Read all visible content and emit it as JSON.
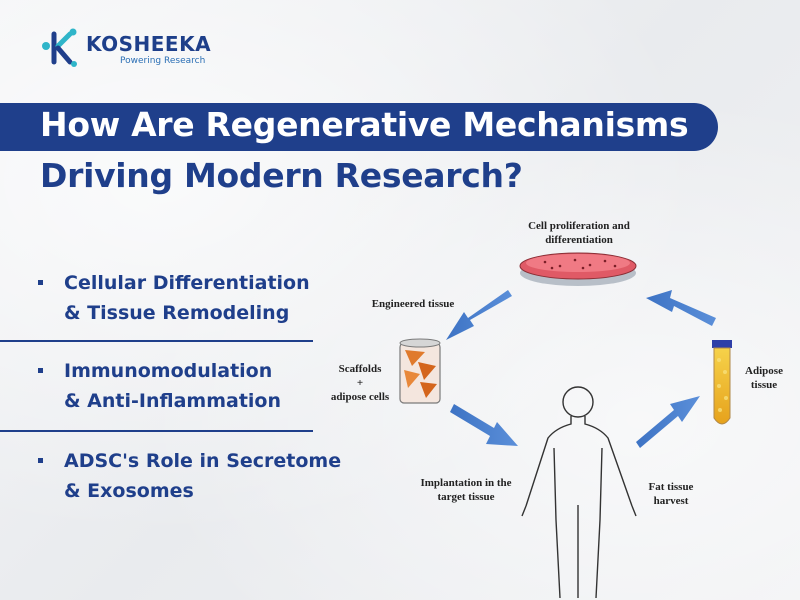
{
  "brand": {
    "name": "KOSHEEKA",
    "tagline": "Powering Research",
    "colors": {
      "navy": "#1f3f8b",
      "teal": "#2fb5c9",
      "blue": "#2a6fb5"
    }
  },
  "headline": {
    "line1": "How Are Regenerative Mechanisms",
    "line2": "Driving Modern Research?"
  },
  "bullets": [
    {
      "line1": "Cellular Differentiation",
      "line2": "& Tissue Remodeling"
    },
    {
      "line1": "Immunomodulation",
      "line2": "& Anti-Inflammation"
    },
    {
      "line1": "ADSC's Role in Secretome",
      "line2": "& Exosomes"
    }
  ],
  "diagram": {
    "labels": {
      "cell_prolif_1": "Cell proliferation and",
      "cell_prolif_2": "differentiation",
      "engineered": "Engineered tissue",
      "scaffolds_1": "Scaffolds",
      "scaffolds_plus": "+",
      "scaffolds_2": "adipose cells",
      "adipose_1": "Adipose",
      "adipose_2": "tissue",
      "implant_1": "Implantation in the",
      "implant_2": "target tissue",
      "fat_1": "Fat tissue",
      "fat_2": "harvest"
    },
    "icons": [
      "petri-dish-icon",
      "scaffold-jar-icon",
      "test-tube-icon",
      "human-figure-icon",
      "cycle-arrow-icon"
    ]
  }
}
